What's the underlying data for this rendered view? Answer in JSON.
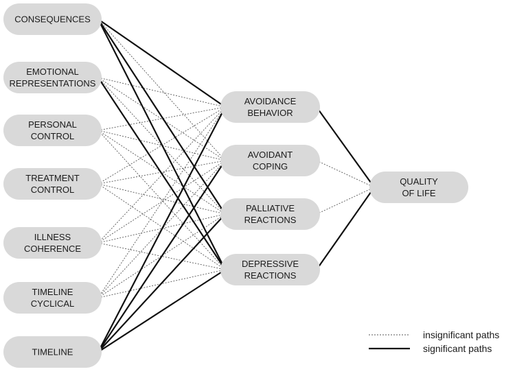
{
  "left_nodes": [
    {
      "id": "consequences",
      "lines": [
        "CONSEQUENCES"
      ]
    },
    {
      "id": "emotional",
      "lines": [
        "EMOTIONAL",
        "REPRESENTATIONS"
      ]
    },
    {
      "id": "personal",
      "lines": [
        "PERSONAL",
        "CONTROL"
      ]
    },
    {
      "id": "treatment",
      "lines": [
        "TREATMENT",
        "CONTROL"
      ]
    },
    {
      "id": "coherence",
      "lines": [
        "ILLNESS",
        "COHERENCE"
      ]
    },
    {
      "id": "cyclical",
      "lines": [
        "TIMELINE",
        "CYCLICAL"
      ]
    },
    {
      "id": "timeline",
      "lines": [
        "TIMELINE"
      ]
    }
  ],
  "middle_nodes": [
    {
      "id": "avoidance",
      "lines": [
        "AVOIDANCE",
        "BEHAVIOR"
      ]
    },
    {
      "id": "avoidant",
      "lines": [
        "AVOIDANT",
        "COPING"
      ]
    },
    {
      "id": "palliative",
      "lines": [
        "PALLIATIVE",
        "REACTIONS"
      ]
    },
    {
      "id": "depressive",
      "lines": [
        "DEPRESSIVE",
        "REACTIONS"
      ]
    }
  ],
  "outcome_node": {
    "id": "qol",
    "lines": [
      "QUALITY",
      "OF LIFE"
    ]
  },
  "significant_paths": [
    [
      "consequences",
      "avoidance"
    ],
    [
      "consequences",
      "palliative"
    ],
    [
      "consequences",
      "depressive"
    ],
    [
      "emotional",
      "depressive"
    ],
    [
      "timeline",
      "avoidance"
    ],
    [
      "timeline",
      "avoidant"
    ],
    [
      "timeline",
      "palliative"
    ],
    [
      "timeline",
      "depressive"
    ],
    [
      "avoidance",
      "qol"
    ],
    [
      "depressive",
      "qol"
    ]
  ],
  "insignificant_paths": [
    [
      "consequences",
      "avoidant"
    ],
    [
      "emotional",
      "avoidance"
    ],
    [
      "emotional",
      "avoidant"
    ],
    [
      "emotional",
      "palliative"
    ],
    [
      "personal",
      "avoidance"
    ],
    [
      "personal",
      "avoidant"
    ],
    [
      "personal",
      "palliative"
    ],
    [
      "personal",
      "depressive"
    ],
    [
      "treatment",
      "avoidance"
    ],
    [
      "treatment",
      "avoidant"
    ],
    [
      "treatment",
      "palliative"
    ],
    [
      "treatment",
      "depressive"
    ],
    [
      "coherence",
      "avoidance"
    ],
    [
      "coherence",
      "avoidant"
    ],
    [
      "coherence",
      "palliative"
    ],
    [
      "coherence",
      "depressive"
    ],
    [
      "cyclical",
      "avoidance"
    ],
    [
      "cyclical",
      "avoidant"
    ],
    [
      "cyclical",
      "palliative"
    ],
    [
      "cyclical",
      "depressive"
    ],
    [
      "avoidant",
      "qol"
    ],
    [
      "palliative",
      "qol"
    ]
  ],
  "legend": {
    "insignificant": "insignificant paths",
    "significant": "significant paths"
  }
}
